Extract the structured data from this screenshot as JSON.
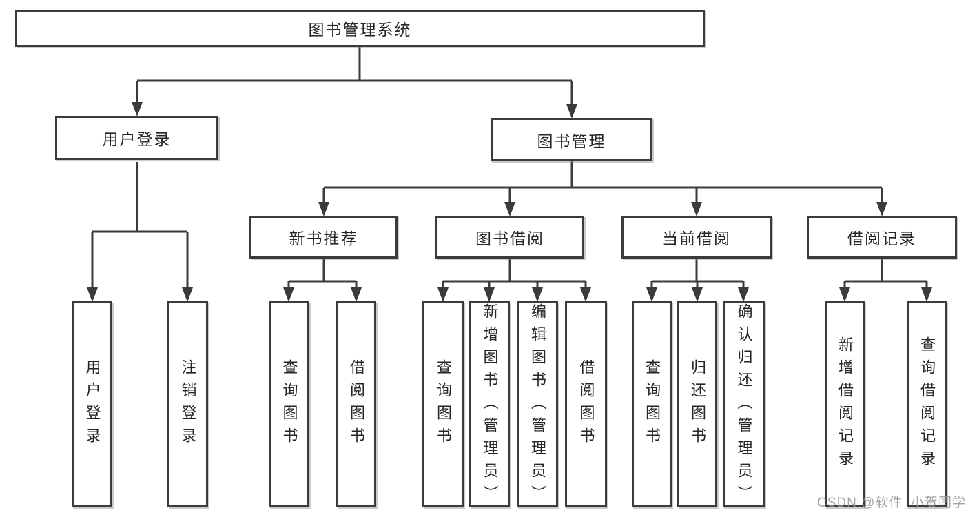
{
  "diagram": {
    "title": "图书管理系统",
    "root": {
      "label": "图书管理系统"
    },
    "level2": [
      {
        "id": "user-login",
        "label": "用户登录"
      },
      {
        "id": "book-management",
        "label": "图书管理"
      }
    ],
    "level3": [
      {
        "id": "new-book-recommend",
        "label": "新书推荐",
        "parent": "图书管理"
      },
      {
        "id": "book-borrowing",
        "label": "图书借阅",
        "parent": "图书管理"
      },
      {
        "id": "current-borrowing",
        "label": "当前借阅",
        "parent": "图书管理"
      },
      {
        "id": "borrowing-records",
        "label": "借阅记录",
        "parent": "图书管理"
      }
    ],
    "leaves": [
      {
        "label": "用户登录",
        "parent": "用户登录"
      },
      {
        "label": "注销登录",
        "parent": "用户登录"
      },
      {
        "label": "查询图书",
        "parent": "新书推荐"
      },
      {
        "label": "借阅图书",
        "parent": "新书推荐"
      },
      {
        "label": "查询图书",
        "parent": "图书借阅"
      },
      {
        "label": "新增图书（管理员）",
        "parent": "图书借阅"
      },
      {
        "label": "编辑图书（管理员）",
        "parent": "图书借阅"
      },
      {
        "label": "借阅图书",
        "parent": "图书借阅"
      },
      {
        "label": "查询图书",
        "parent": "当前借阅"
      },
      {
        "label": "归还图书",
        "parent": "当前借阅"
      },
      {
        "label": "确认归还（管理员）",
        "parent": "当前借阅"
      },
      {
        "label": "新增借阅记录",
        "parent": "借阅记录"
      },
      {
        "label": "查询借阅记录",
        "parent": "借阅记录"
      }
    ],
    "colors": {
      "line": "#3b3b3b",
      "text": "#262626",
      "box_background": "#ffffff",
      "page_background": "#ffffff",
      "watermark": "#969696"
    }
  },
  "watermark": {
    "text": "CSDN @软件_小贺同学"
  }
}
